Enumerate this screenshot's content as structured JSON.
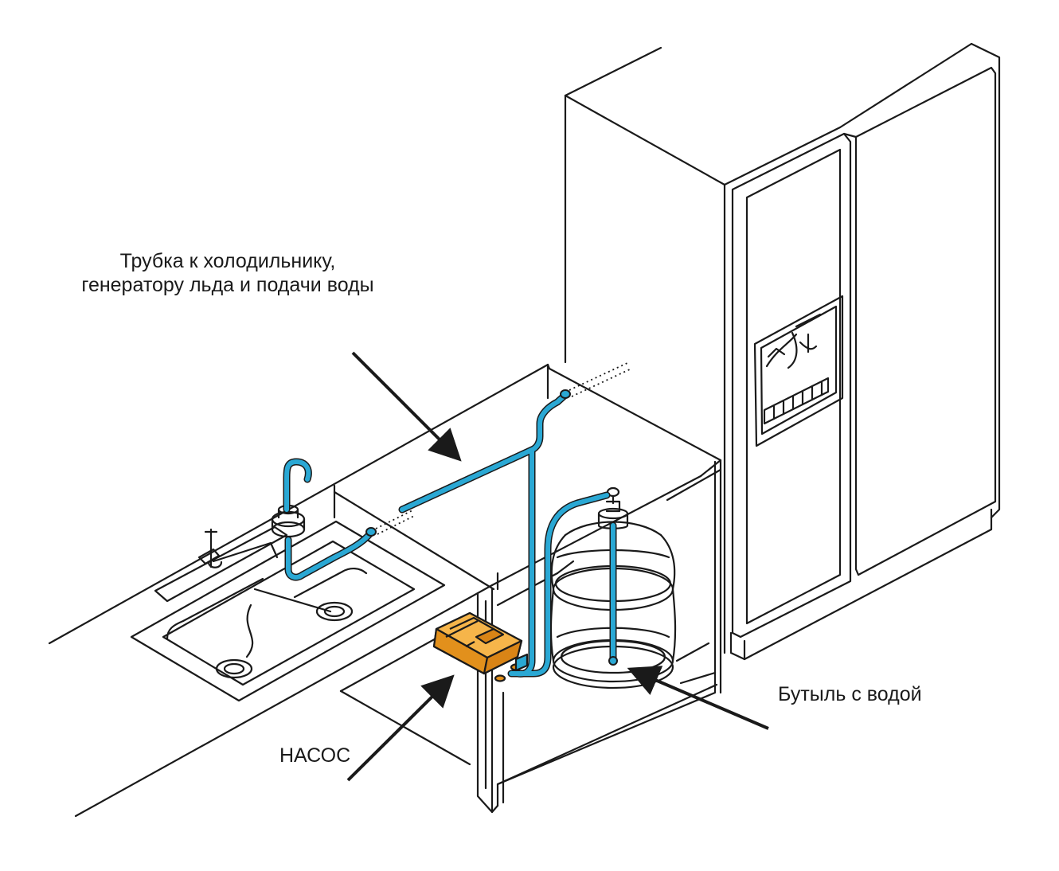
{
  "labels": {
    "tube_line1": "Трубка к холодильнику,",
    "tube_line2": "генератору льда и подачи воды",
    "bottle": "Бутыль с водой",
    "pump": "НАСОС"
  },
  "colors": {
    "tube": "#2aa8d4",
    "pump": "#f0a22e",
    "line": "#1a1a1a",
    "background": "#ffffff"
  }
}
